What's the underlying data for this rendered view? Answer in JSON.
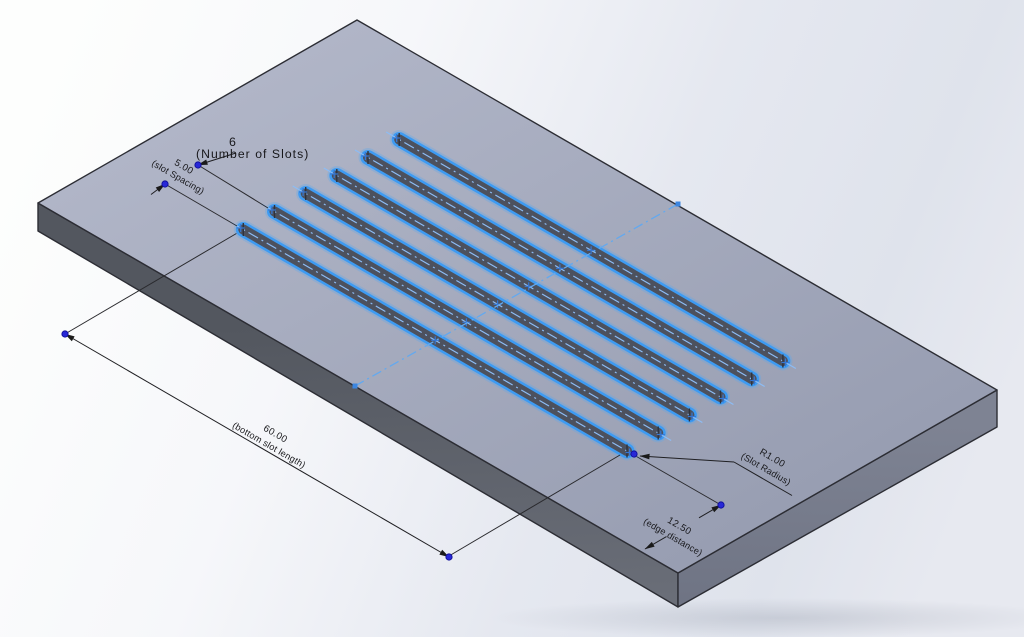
{
  "annotations": {
    "number_of_slots": {
      "value": "6",
      "label": "(Number of Slots)"
    },
    "slot_spacing": {
      "value": "5.00",
      "label": "(slot Spacing)"
    },
    "bottom_slot_length": {
      "value": "60.00",
      "label": "(bottom slot length)"
    },
    "slot_radius": {
      "value": "R1.00",
      "label": "(Slot Radius)"
    },
    "edge_distance": {
      "value": "12.50",
      "label": "(edge distance)"
    }
  },
  "model": {
    "slot_count": 6
  },
  "colors": {
    "selection_highlight": "#3e9bf2",
    "slot_interior": "#4c515e",
    "vertex_marker": "#2828d8",
    "plate_top": "#a9aec1",
    "plate_side_left": "#5d616b",
    "plate_side_right": "#777c8b",
    "dimension_ink": "#1a1a1a"
  }
}
